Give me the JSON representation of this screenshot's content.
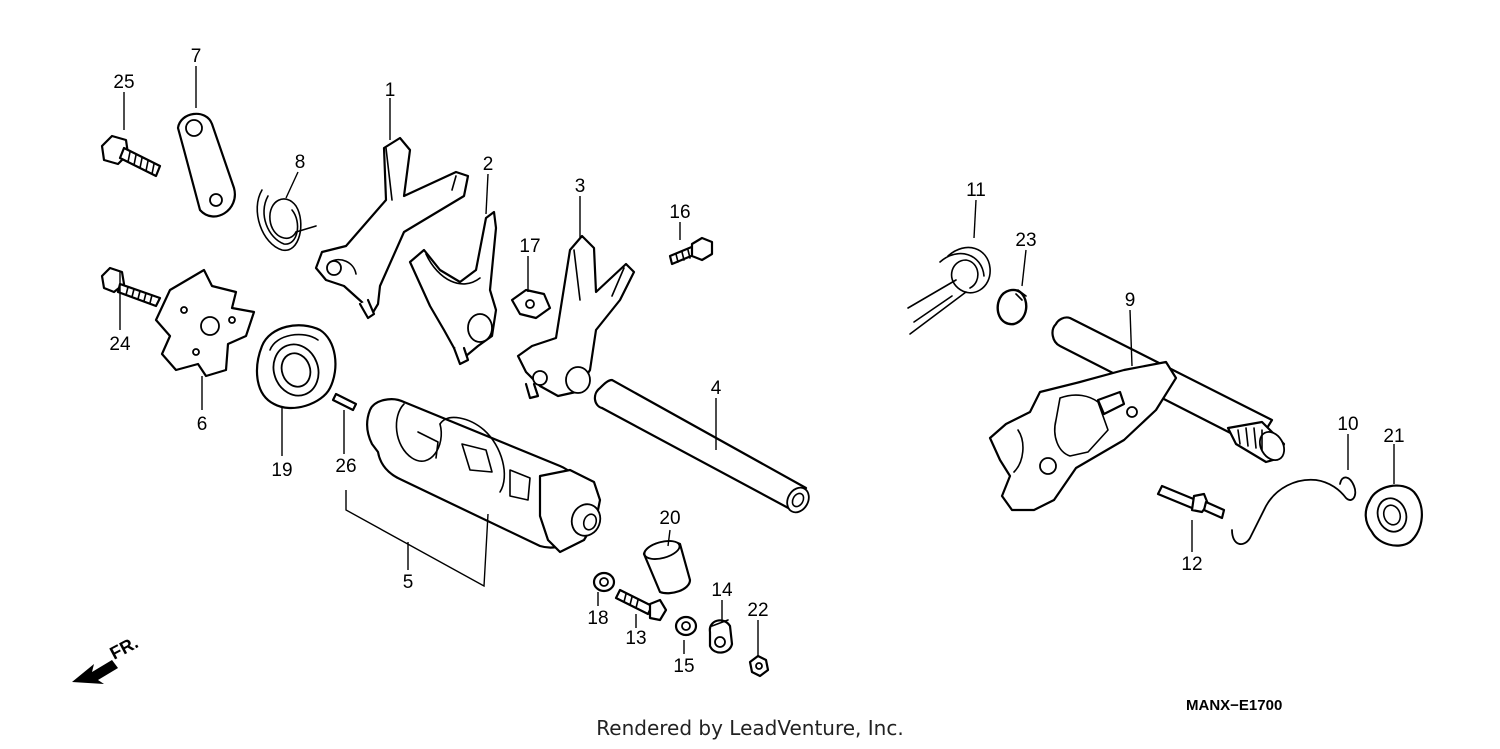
{
  "diagram": {
    "callouts": {
      "p1": "1",
      "p2": "2",
      "p3": "3",
      "p4": "4",
      "p5": "5",
      "p6": "6",
      "p7": "7",
      "p8": "8",
      "p9": "9",
      "p10": "10",
      "p11": "11",
      "p12": "12",
      "p13": "13",
      "p14": "14",
      "p15": "15",
      "p16": "16",
      "p17": "17",
      "p18": "18",
      "p19": "19",
      "p20": "20",
      "p21": "21",
      "p22": "22",
      "p23": "23",
      "p24": "24",
      "p25": "25",
      "p26": "26"
    },
    "direction_label": "FR.",
    "drawing_code": "MANX−E1700"
  },
  "footer": {
    "credit": "Rendered by LeadVenture, Inc."
  }
}
